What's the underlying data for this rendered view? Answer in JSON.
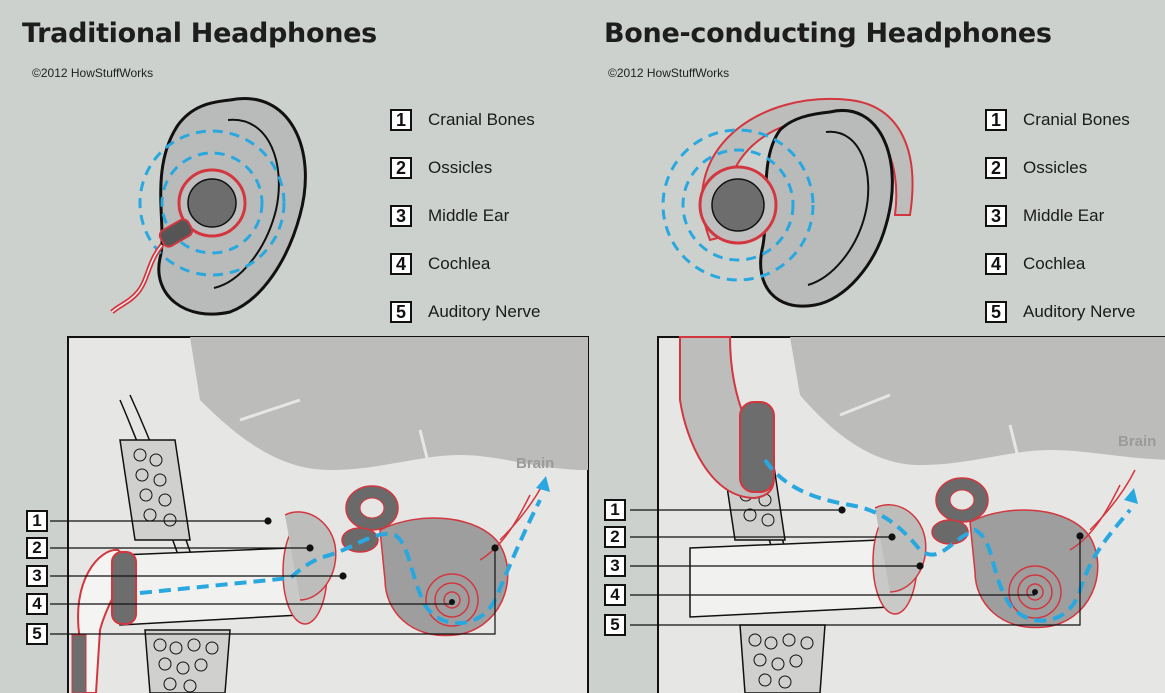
{
  "left": {
    "title": "Traditional Headphones",
    "credit": "©2012 HowStuffWorks",
    "legend": [
      {
        "num": "1",
        "label": "Cranial Bones"
      },
      {
        "num": "2",
        "label": "Ossicles"
      },
      {
        "num": "3",
        "label": "Middle Ear"
      },
      {
        "num": "4",
        "label": "Cochlea"
      },
      {
        "num": "5",
        "label": "Auditory Nerve"
      }
    ],
    "callouts": [
      "1",
      "2",
      "3",
      "4",
      "5"
    ],
    "brain_label": "Brain"
  },
  "right": {
    "title": "Bone-conducting Headphones",
    "credit": "©2012 HowStuffWorks",
    "legend": [
      {
        "num": "1",
        "label": "Cranial Bones"
      },
      {
        "num": "2",
        "label": "Ossicles"
      },
      {
        "num": "3",
        "label": "Middle Ear"
      },
      {
        "num": "4",
        "label": "Cochlea"
      },
      {
        "num": "5",
        "label": "Auditory Nerve"
      }
    ],
    "callouts": [
      "1",
      "2",
      "3",
      "4",
      "5"
    ],
    "brain_label": "Brain"
  },
  "colors": {
    "background": "#cdd1ce",
    "sound_path": "#29a8e0",
    "headphone_outline": "#d3363e",
    "skin": "#e6e6e4",
    "bone": "#bcbcba"
  }
}
